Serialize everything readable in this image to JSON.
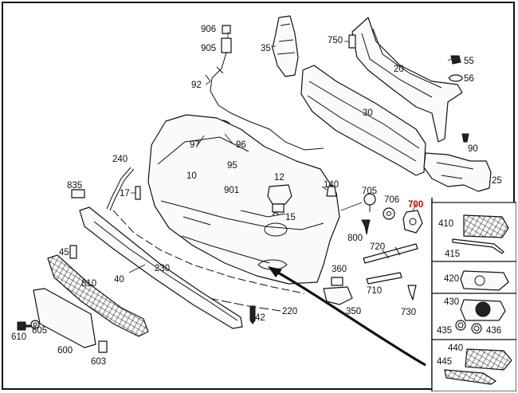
{
  "diagram": {
    "highlight_color": "#d40000",
    "labels": {
      "p906": "906",
      "p905": "905",
      "p92": "92",
      "p35": "35",
      "p750": "750",
      "p20": "20",
      "p55": "55",
      "p56": "56",
      "p30": "30",
      "p97": "97",
      "p96": "96",
      "p95": "95",
      "p90": "90",
      "p240": "240",
      "p10": "10",
      "p901": "901",
      "p12": "12",
      "p140": "140",
      "p705": "705",
      "p706": "706",
      "p700": "700",
      "p25": "25",
      "p835": "835",
      "p17": "17",
      "p15": "15",
      "p800": "800",
      "p410": "410",
      "p720": "720",
      "p415": "415",
      "p45": "45",
      "p230": "230",
      "p810": "810",
      "p40": "40",
      "p360": "360",
      "p420": "420",
      "p710": "710",
      "p220": "220",
      "p350": "350",
      "p730": "730",
      "p430": "430",
      "p435": "435",
      "p436": "436",
      "p42": "42",
      "p610": "610",
      "p605": "605",
      "p600": "600",
      "p603": "603",
      "p440": "440",
      "p445": "445"
    }
  }
}
